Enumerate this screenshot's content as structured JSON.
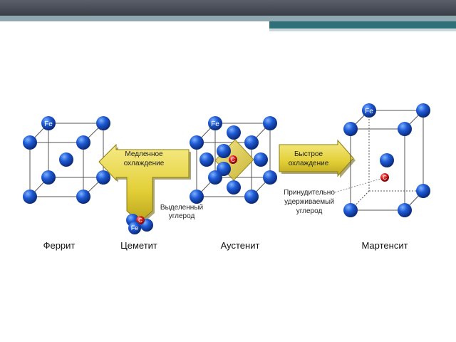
{
  "atoms": {
    "iron": "Fe",
    "carbon": "C"
  },
  "arrows": {
    "slow_cooling": [
      "Медленное",
      "охлаждение"
    ],
    "fast_cooling": [
      "Быстрое",
      "охлаждение"
    ]
  },
  "notes": {
    "precipitated_carbon": [
      "Выделенный",
      "углерод"
    ],
    "retained_carbon": [
      "Принудительно",
      "удерживаемый",
      "углерод"
    ]
  },
  "phases": {
    "ferrite": "Феррит",
    "cementite": "Цеметит",
    "austenite": "Аустенит",
    "martensite": "Мартенсит"
  },
  "colors": {
    "iron_atom": "#1f5bd6",
    "carbon_atom": "#d81b1b",
    "arrow_fill": "#e8d64a",
    "arrow_dark": "#8d7d10",
    "header_bar": "#3a3e47",
    "teal_bar": "#2f6f78"
  }
}
